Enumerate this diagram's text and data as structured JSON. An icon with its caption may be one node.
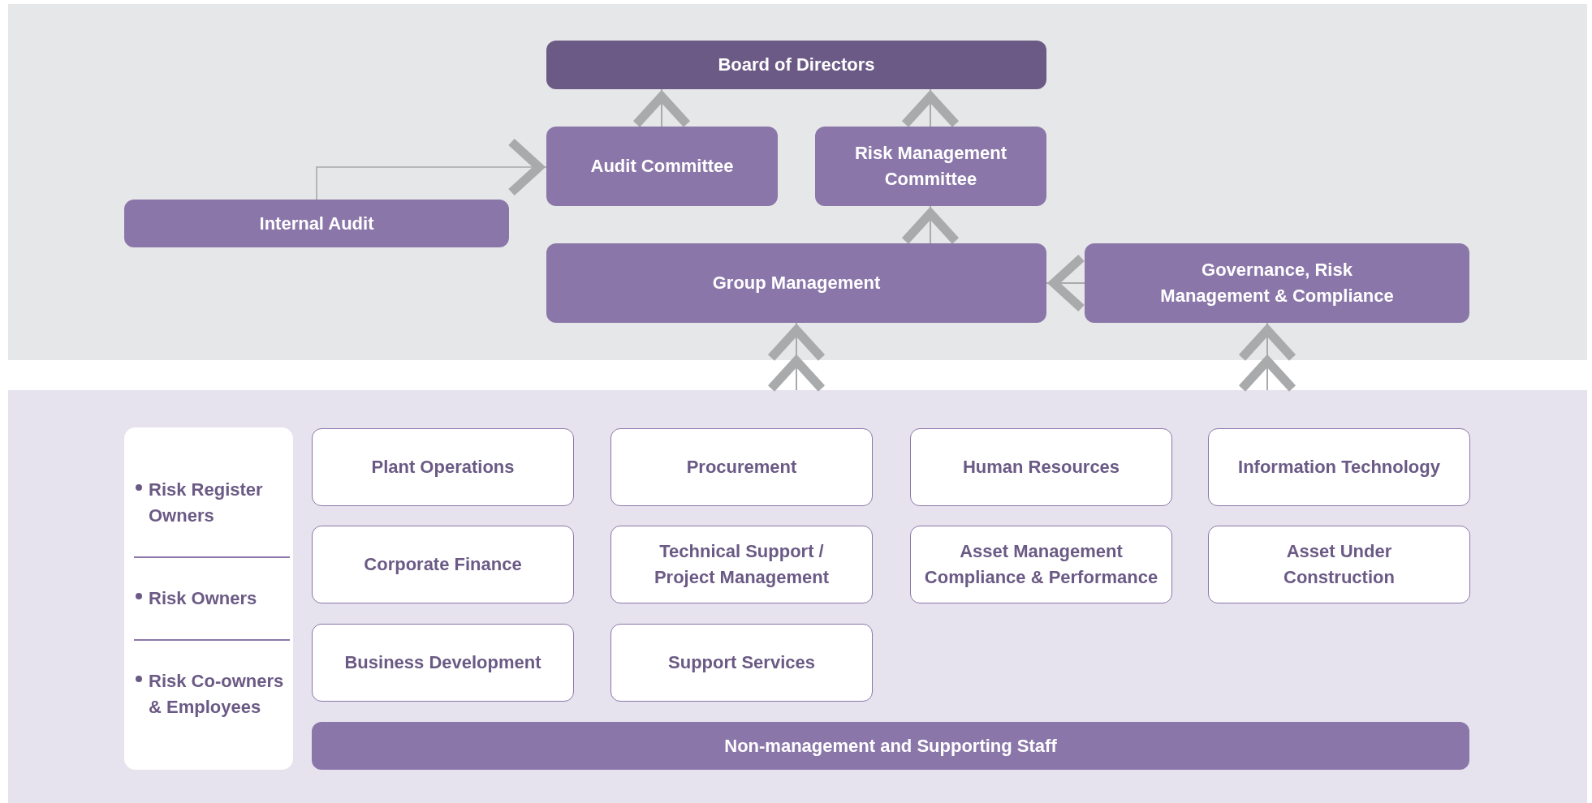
{
  "diagram": {
    "nodes": [
      {
        "text": [
          "Board of Directors"
        ]
      },
      {
        "text": [
          "Audit Committee"
        ]
      },
      {
        "text": [
          "Risk Management Committee"
        ]
      },
      {
        "text": [
          "Internal Audit"
        ]
      },
      {
        "text": [
          "Group Management"
        ]
      },
      {
        "text": [
          "Governance, Risk Management & Compliance"
        ]
      },
      {
        "text": [],
        "shape": "box"
      },
      {
        "text": [
          "Risk Register Owners",
          "Risk Owners",
          "Risk Co-owners & Employees"
        ],
        "in": 6
      },
      {
        "text": [
          "Plant Operations"
        ],
        "in": 6
      },
      {
        "text": [
          "Procurement"
        ],
        "in": 6
      },
      {
        "text": [
          "Human Resources"
        ],
        "in": 6
      },
      {
        "text": [
          "Information Technology"
        ],
        "in": 6
      },
      {
        "text": [
          "Corporate Finance"
        ],
        "in": 6
      },
      {
        "text": [
          "Technical Support / Project Management"
        ],
        "in": 6
      },
      {
        "text": [
          "Asset Management Compliance & Performance"
        ],
        "in": 6
      },
      {
        "text": [
          "Asset Under Construction"
        ],
        "in": 6
      },
      {
        "text": [
          "Business Development"
        ],
        "in": 6
      },
      {
        "text": [
          "Support Services"
        ],
        "in": 6
      },
      {
        "text": [
          "Non-management and Supporting Staff"
        ],
        "in": 6
      }
    ],
    "edges": [
      {
        "from": 1,
        "to": 0,
        "arrow": "to"
      },
      {
        "from": 2,
        "to": 0,
        "arrow": "to"
      },
      {
        "from": 3,
        "to": 1,
        "arrow": "to"
      },
      {
        "from": 4,
        "to": 2,
        "arrow": "to"
      },
      {
        "from": 5,
        "to": 4,
        "arrow": "to"
      },
      {
        "from": 6,
        "to": 4,
        "arrow": "to"
      },
      {
        "from": 6,
        "to": 5,
        "arrow": "to"
      }
    ]
  }
}
